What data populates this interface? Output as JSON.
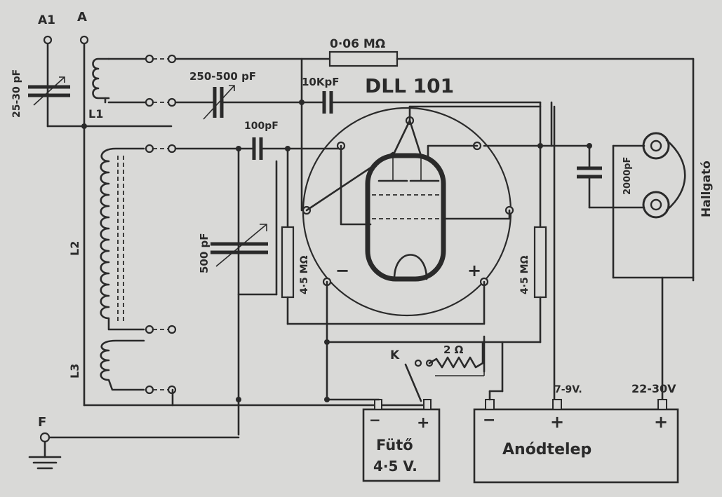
{
  "diagram": {
    "tube": "DLL 101",
    "antenna_terminals": [
      "A1",
      "A"
    ],
    "ground_terminal": "F",
    "coils": [
      "L1",
      "L2",
      "L3"
    ],
    "capacitors": [
      "25-30 pF",
      "250-500 pF",
      "10KpF",
      "100pF",
      "500 pF",
      "2000pF"
    ],
    "resistors": [
      "0·06 MΩ",
      "4·5 MΩ",
      "4·5 MΩ",
      "2 Ω"
    ],
    "switch": "K",
    "loudspeaker": "Hallgató",
    "heater_battery": {
      "label": "Fütő",
      "voltage": "4·5 V.",
      "minus": "−",
      "plus": "+"
    },
    "anode_battery": {
      "label": "Anódtelep",
      "minus": "−",
      "plus": "+",
      "tap_low": "7-9V.",
      "tap_high": "22-30V"
    },
    "tube_pins": {
      "minus": "−",
      "plus": "+"
    }
  }
}
